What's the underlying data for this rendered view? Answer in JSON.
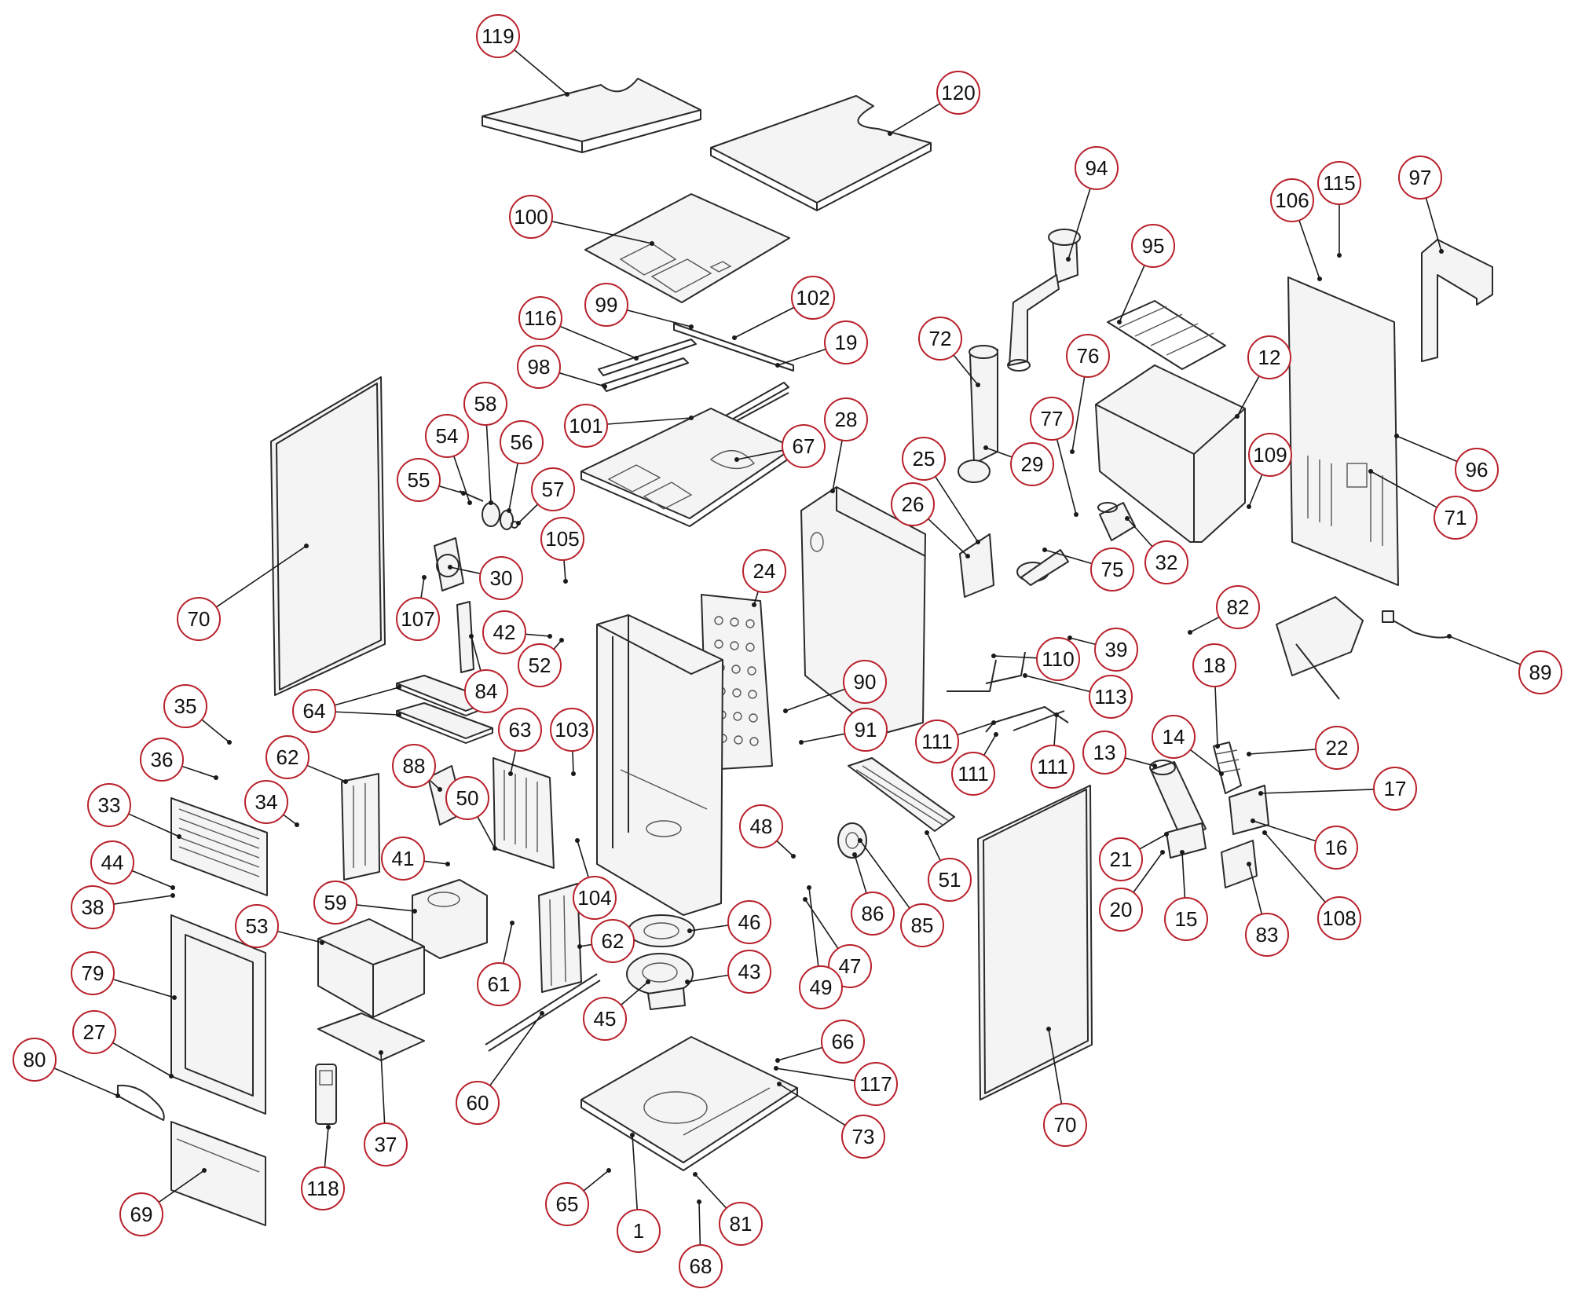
{
  "diagram": {
    "colors": {
      "callout_ring": "#b8212b",
      "line": "#2a2a2a",
      "background": "#ffffff"
    },
    "callouts": [
      {
        "id": "119",
        "label": "119"
      },
      {
        "id": "120",
        "label": "120"
      },
      {
        "id": "94",
        "label": "94"
      },
      {
        "id": "95",
        "label": "95"
      },
      {
        "id": "97",
        "label": "97"
      },
      {
        "id": "106",
        "label": "106"
      },
      {
        "id": "115",
        "label": "115"
      },
      {
        "id": "100",
        "label": "100"
      },
      {
        "id": "99",
        "label": "99"
      },
      {
        "id": "102",
        "label": "102"
      },
      {
        "id": "116",
        "label": "116"
      },
      {
        "id": "19",
        "label": "19"
      },
      {
        "id": "98",
        "label": "98"
      },
      {
        "id": "72",
        "label": "72"
      },
      {
        "id": "76",
        "label": "76"
      },
      {
        "id": "12",
        "label": "12"
      },
      {
        "id": "58",
        "label": "58"
      },
      {
        "id": "101",
        "label": "101"
      },
      {
        "id": "28",
        "label": "28"
      },
      {
        "id": "54",
        "label": "54"
      },
      {
        "id": "56",
        "label": "56"
      },
      {
        "id": "67",
        "label": "67"
      },
      {
        "id": "77",
        "label": "77"
      },
      {
        "id": "55",
        "label": "55"
      },
      {
        "id": "57",
        "label": "57"
      },
      {
        "id": "25",
        "label": "25"
      },
      {
        "id": "29",
        "label": "29"
      },
      {
        "id": "96",
        "label": "96"
      },
      {
        "id": "109",
        "label": "109"
      },
      {
        "id": "26",
        "label": "26"
      },
      {
        "id": "71",
        "label": "71"
      },
      {
        "id": "105",
        "label": "105"
      },
      {
        "id": "24",
        "label": "24"
      },
      {
        "id": "30",
        "label": "30"
      },
      {
        "id": "75",
        "label": "75"
      },
      {
        "id": "32",
        "label": "32"
      },
      {
        "id": "70",
        "label": "70"
      },
      {
        "id": "107",
        "label": "107"
      },
      {
        "id": "42",
        "label": "42"
      },
      {
        "id": "82",
        "label": "82"
      },
      {
        "id": "39",
        "label": "39"
      },
      {
        "id": "89",
        "label": "89"
      },
      {
        "id": "52",
        "label": "52"
      },
      {
        "id": "110",
        "label": "110"
      },
      {
        "id": "18",
        "label": "18"
      },
      {
        "id": "84",
        "label": "84"
      },
      {
        "id": "90",
        "label": "90"
      },
      {
        "id": "113",
        "label": "113"
      },
      {
        "id": "64",
        "label": "64"
      },
      {
        "id": "35",
        "label": "35"
      },
      {
        "id": "63",
        "label": "63"
      },
      {
        "id": "103",
        "label": "103"
      },
      {
        "id": "91",
        "label": "91"
      },
      {
        "id": "111",
        "label": "111"
      },
      {
        "id": "14",
        "label": "14"
      },
      {
        "id": "22",
        "label": "22"
      },
      {
        "id": "62",
        "label": "62"
      },
      {
        "id": "88",
        "label": "88"
      },
      {
        "id": "36",
        "label": "36"
      },
      {
        "id": "13",
        "label": "13"
      },
      {
        "id": "17",
        "label": "17"
      },
      {
        "id": "50",
        "label": "50"
      },
      {
        "id": "34",
        "label": "34"
      },
      {
        "id": "33",
        "label": "33"
      },
      {
        "id": "48",
        "label": "48"
      },
      {
        "id": "41",
        "label": "41"
      },
      {
        "id": "16",
        "label": "16"
      },
      {
        "id": "21",
        "label": "21"
      },
      {
        "id": "44",
        "label": "44"
      },
      {
        "id": "51",
        "label": "51"
      },
      {
        "id": "104",
        "label": "104"
      },
      {
        "id": "38",
        "label": "38"
      },
      {
        "id": "59",
        "label": "59"
      },
      {
        "id": "20",
        "label": "20"
      },
      {
        "id": "86",
        "label": "86"
      },
      {
        "id": "85",
        "label": "85"
      },
      {
        "id": "15",
        "label": "15"
      },
      {
        "id": "108",
        "label": "108"
      },
      {
        "id": "46",
        "label": "46"
      },
      {
        "id": "53",
        "label": "53"
      },
      {
        "id": "83",
        "label": "83"
      },
      {
        "id": "79",
        "label": "79"
      },
      {
        "id": "43",
        "label": "43"
      },
      {
        "id": "47",
        "label": "47"
      },
      {
        "id": "61",
        "label": "61"
      },
      {
        "id": "49",
        "label": "49"
      },
      {
        "id": "45",
        "label": "45"
      },
      {
        "id": "27",
        "label": "27"
      },
      {
        "id": "80",
        "label": "80"
      },
      {
        "id": "66",
        "label": "66"
      },
      {
        "id": "117",
        "label": "117"
      },
      {
        "id": "60",
        "label": "60"
      },
      {
        "id": "37",
        "label": "37"
      },
      {
        "id": "118",
        "label": "118"
      },
      {
        "id": "73",
        "label": "73"
      },
      {
        "id": "69",
        "label": "69"
      },
      {
        "id": "65",
        "label": "65"
      },
      {
        "id": "1",
        "label": "1"
      },
      {
        "id": "81",
        "label": "81"
      },
      {
        "id": "68",
        "label": "68"
      }
    ]
  }
}
